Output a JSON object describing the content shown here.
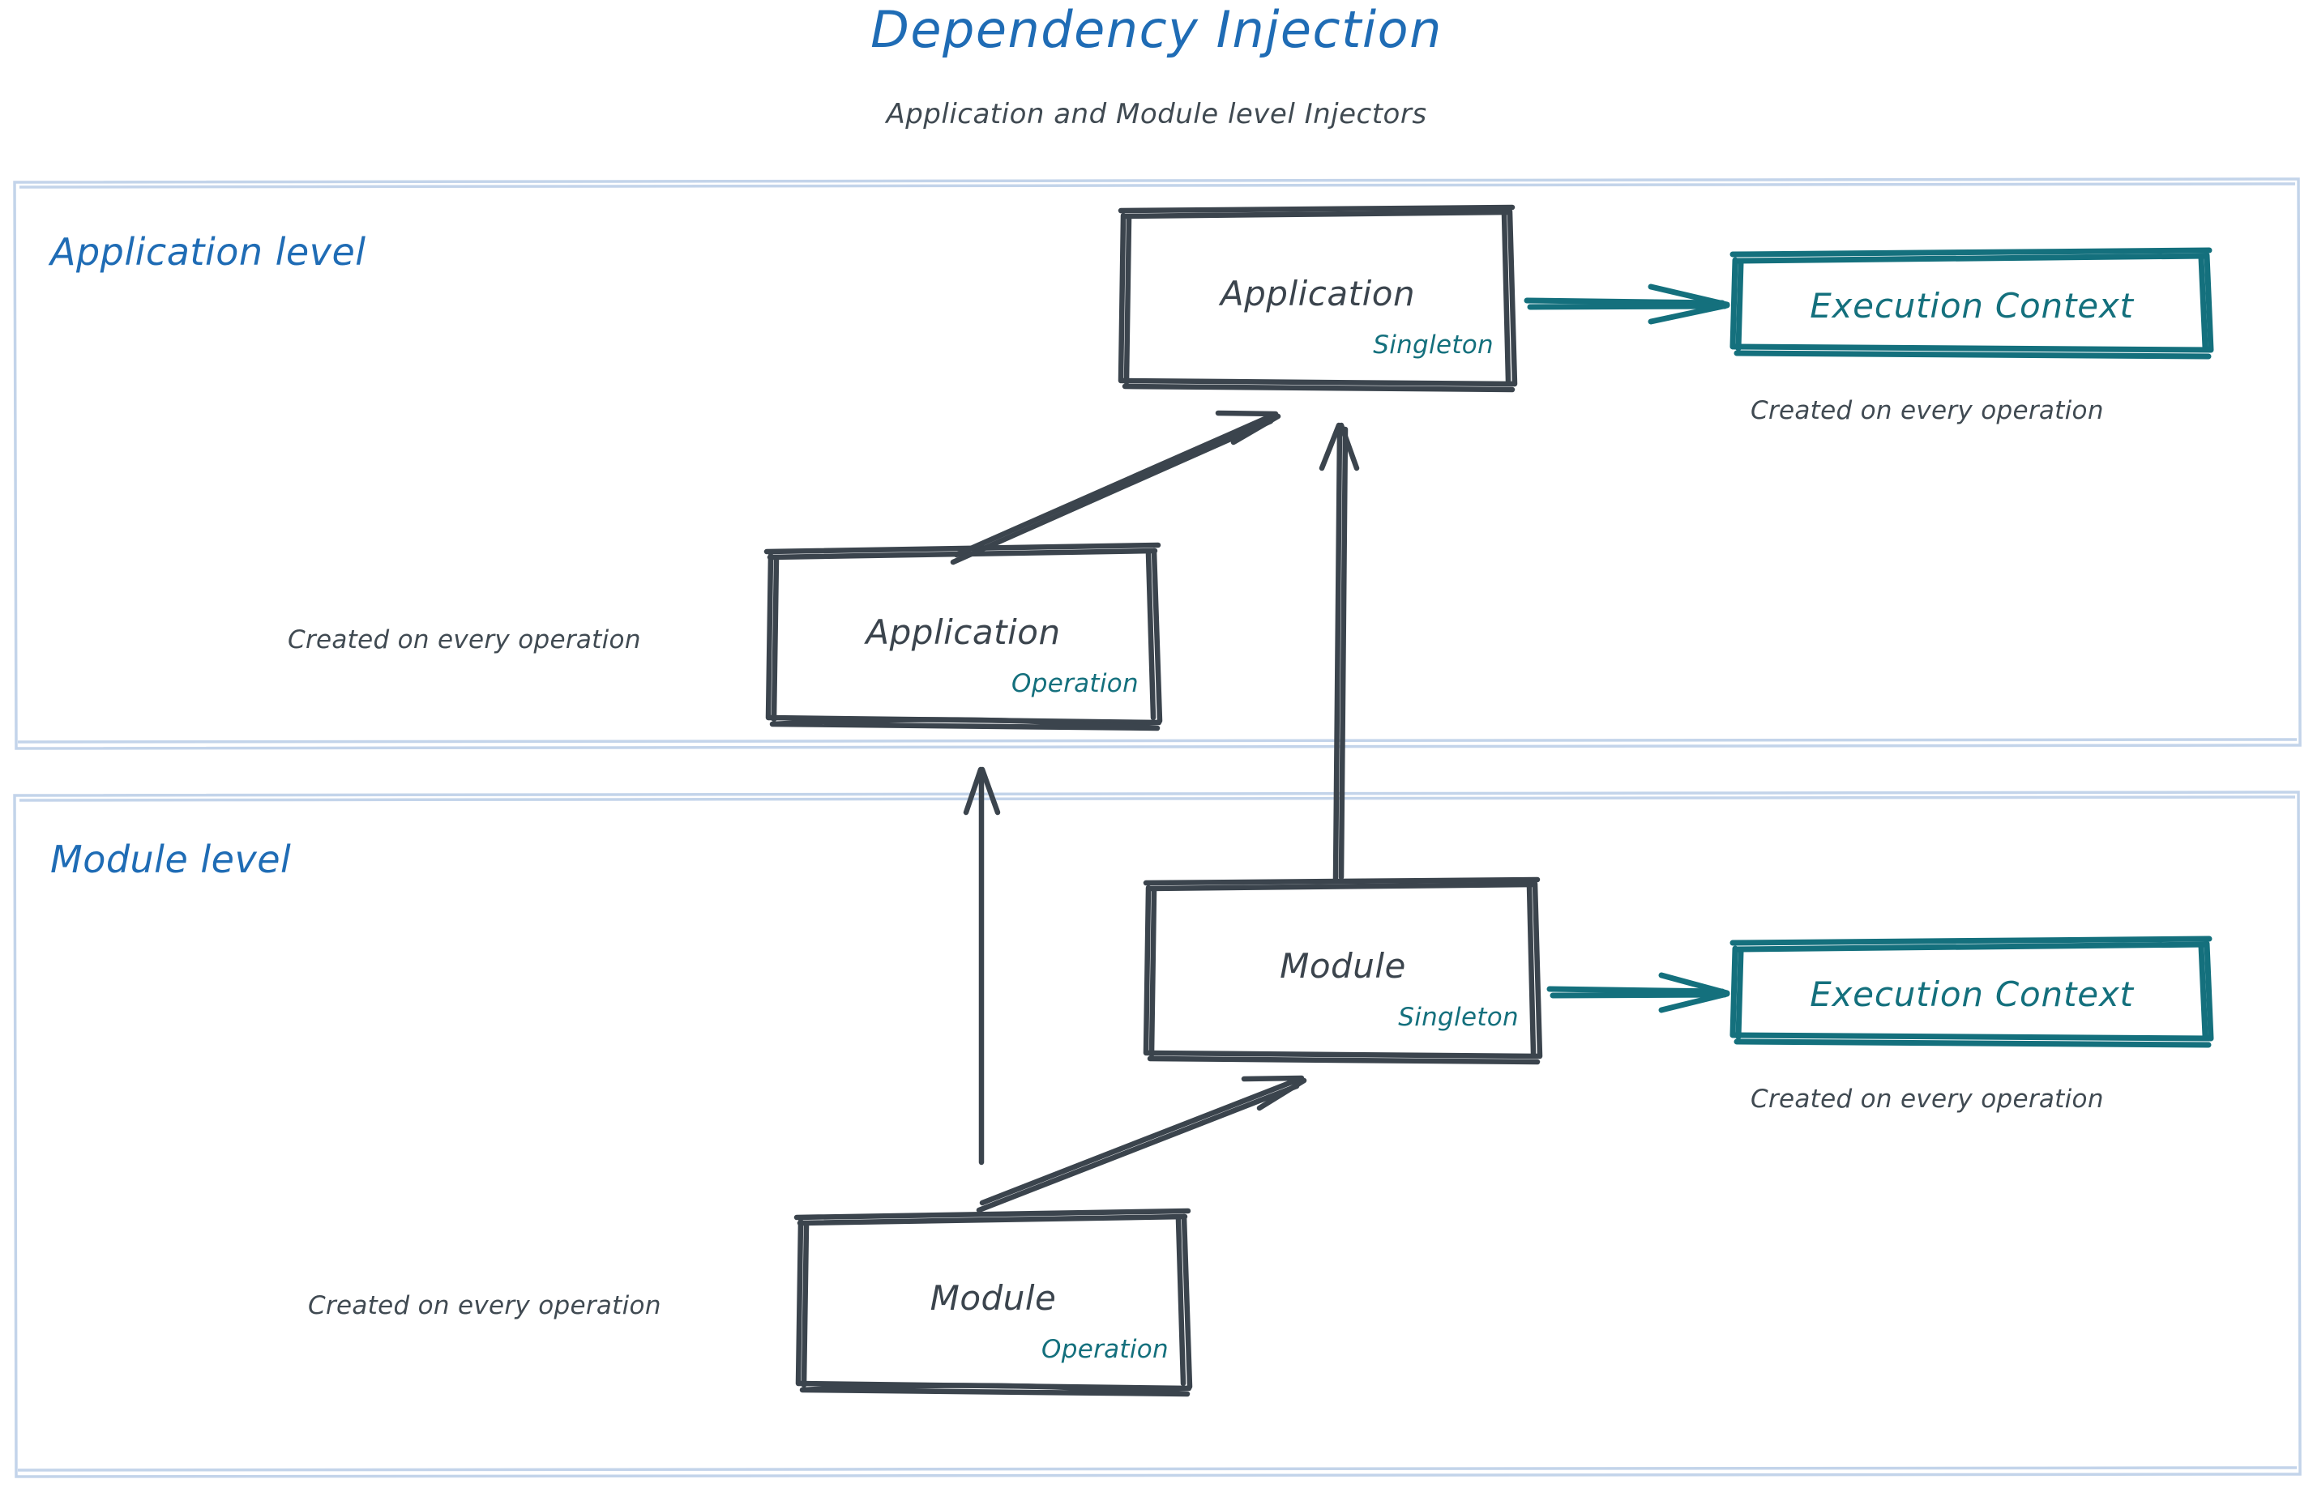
{
  "header": {
    "title": "Dependency Injection",
    "subtitle": "Application and Module level Injectors"
  },
  "colors": {
    "title_blue": "#1f6cb5",
    "level_border": "#c3d4ea",
    "sketch_dark": "#3b444d",
    "teal": "#14707d",
    "caption_gray": "#404a52",
    "background": "#ffffff"
  },
  "levels": [
    {
      "id": "application-level",
      "label": "Application level",
      "nodes": [
        {
          "id": "application-singleton",
          "title": "Application",
          "scope": "Singleton"
        },
        {
          "id": "application-operation",
          "title": "Application",
          "scope": "Operation",
          "caption": "Created on every operation"
        }
      ],
      "context": {
        "id": "application-execution-context",
        "title": "Execution Context",
        "caption": "Created on every operation"
      }
    },
    {
      "id": "module-level",
      "label": "Module level",
      "nodes": [
        {
          "id": "module-singleton",
          "title": "Module",
          "scope": "Singleton"
        },
        {
          "id": "module-operation",
          "title": "Module",
          "scope": "Operation",
          "caption": "Created on every operation"
        }
      ],
      "context": {
        "id": "module-execution-context",
        "title": "Execution Context",
        "caption": "Created on every operation"
      }
    }
  ],
  "edges": [
    {
      "id": "app-operation-to-app-singleton",
      "from": "application-operation",
      "to": "application-singleton",
      "style": "double-line-dark"
    },
    {
      "id": "app-singleton-to-app-context",
      "from": "application-singleton",
      "to": "application-execution-context",
      "style": "double-line-teal"
    },
    {
      "id": "module-singleton-to-app-singleton",
      "from": "module-singleton",
      "to": "application-singleton",
      "style": "single-line-dark"
    },
    {
      "id": "module-operation-to-app-operation",
      "from": "module-operation",
      "to": "application-operation",
      "style": "single-line-dark"
    },
    {
      "id": "module-operation-to-module-singleton",
      "from": "module-operation",
      "to": "module-singleton",
      "style": "double-line-dark"
    },
    {
      "id": "module-singleton-to-module-context",
      "from": "module-singleton",
      "to": "module-execution-context",
      "style": "double-line-teal"
    }
  ]
}
